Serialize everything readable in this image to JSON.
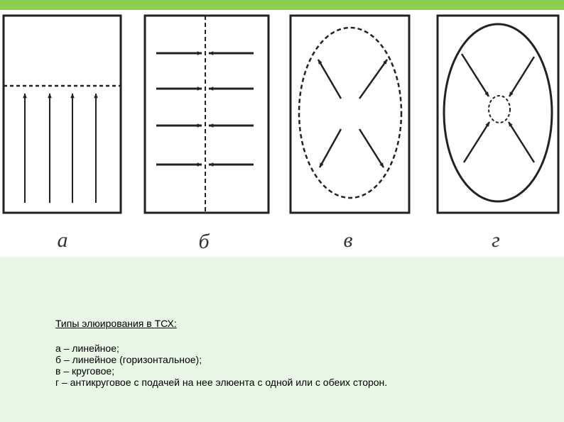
{
  "figure": {
    "panels": [
      {
        "id": "a",
        "letter": "а",
        "description": "линейное"
      },
      {
        "id": "b",
        "letter": "б",
        "description": "линейное (горизонтальное)"
      },
      {
        "id": "v",
        "letter": "в",
        "description": "круговое"
      },
      {
        "id": "g",
        "letter": "г",
        "description": "антикруговое"
      }
    ]
  },
  "caption": {
    "title": "Типы элюирования в ТСХ:",
    "items": [
      "а – линейное;",
      "б – линейное (горизонтальное);",
      "в – круговое;",
      "г – антикруговое с подачей на нее элюента с одной или с обеих сторон."
    ]
  },
  "colors": {
    "top_bar": "#8ccf4f",
    "background": "#e8f6e6",
    "figure_background": "#ffffff",
    "ink": "#222222"
  }
}
